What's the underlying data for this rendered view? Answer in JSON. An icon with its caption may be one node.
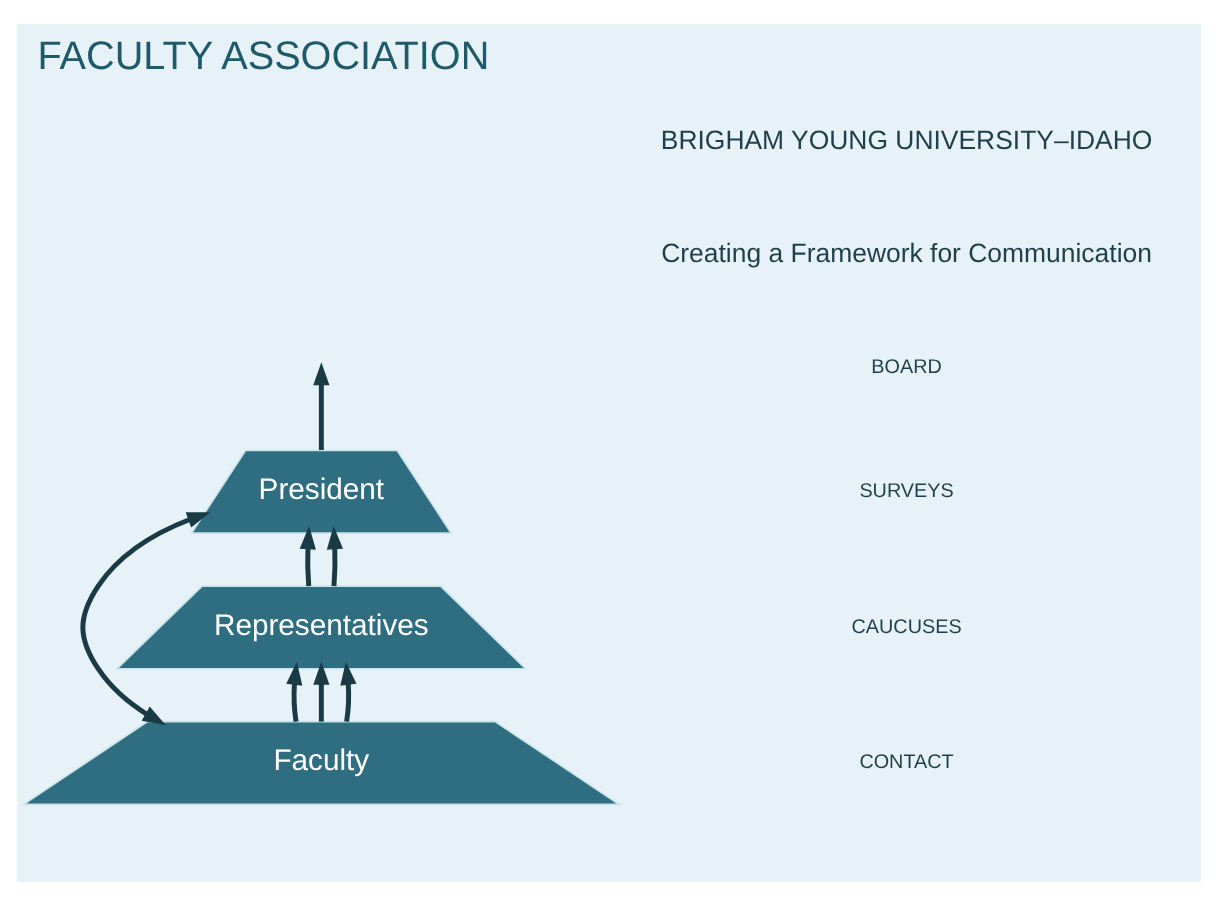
{
  "diagram": {
    "title": "FACULTY ASSOCIATION",
    "nodes": [
      {
        "text": [
          "President"
        ]
      },
      {
        "text": [
          "Representatives"
        ]
      },
      {
        "text": [
          "Faculty"
        ]
      }
    ],
    "edges": [
      {
        "from": 2,
        "to": 1,
        "arrow": "to"
      },
      {
        "from": 2,
        "to": 1,
        "arrow": "to"
      },
      {
        "from": 2,
        "to": 1,
        "arrow": "to"
      },
      {
        "from": 1,
        "to": 0,
        "arrow": "to"
      },
      {
        "from": 1,
        "to": 0,
        "arrow": "to"
      },
      {
        "from": 0,
        "to": null,
        "arrow": "to"
      },
      {
        "from": 2,
        "to": 0,
        "arrow": "both"
      }
    ],
    "labels": [
      "BRIGHAM YOUNG UNIVERSITY–IDAHO",
      "Creating a Framework for Communication",
      "BOARD",
      "SURVEYS",
      "CAUCUSES",
      "CONTACT"
    ]
  }
}
